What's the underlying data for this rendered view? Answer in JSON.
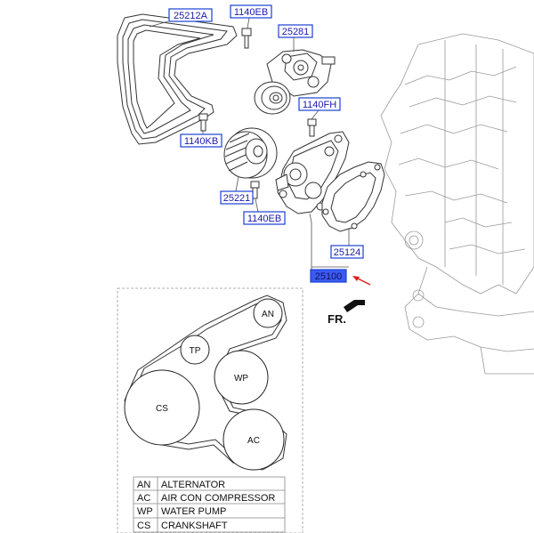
{
  "callouts": [
    {
      "id": "25212A",
      "label": "25212A"
    },
    {
      "id": "1140EB_top",
      "label": "1140EB"
    },
    {
      "id": "25281",
      "label": "25281"
    },
    {
      "id": "1140FH",
      "label": "1140FH"
    },
    {
      "id": "1140KB",
      "label": "1140KB"
    },
    {
      "id": "25221",
      "label": "25221"
    },
    {
      "id": "1140EB_bottom",
      "label": "1140EB"
    },
    {
      "id": "25124",
      "label": "25124"
    },
    {
      "id": "25100",
      "label": "25100",
      "highlighted": true
    }
  ],
  "front_marker": {
    "label": "FR."
  },
  "belt_routing": {
    "pulleys": [
      {
        "code": "AN"
      },
      {
        "code": "TP"
      },
      {
        "code": "WP"
      },
      {
        "code": "CS"
      },
      {
        "code": "AC"
      }
    ]
  },
  "legend": [
    {
      "code": "AN",
      "name": "ALTERNATOR"
    },
    {
      "code": "AC",
      "name": "AIR CON COMPRESSOR"
    },
    {
      "code": "WP",
      "name": "WATER PUMP"
    },
    {
      "code": "CS",
      "name": "CRANKSHAFT"
    }
  ],
  "colors": {
    "callout_border": "#1a3fd6",
    "callout_highlight": "#3b5bf0",
    "pointer_arrow": "#e0201c"
  }
}
